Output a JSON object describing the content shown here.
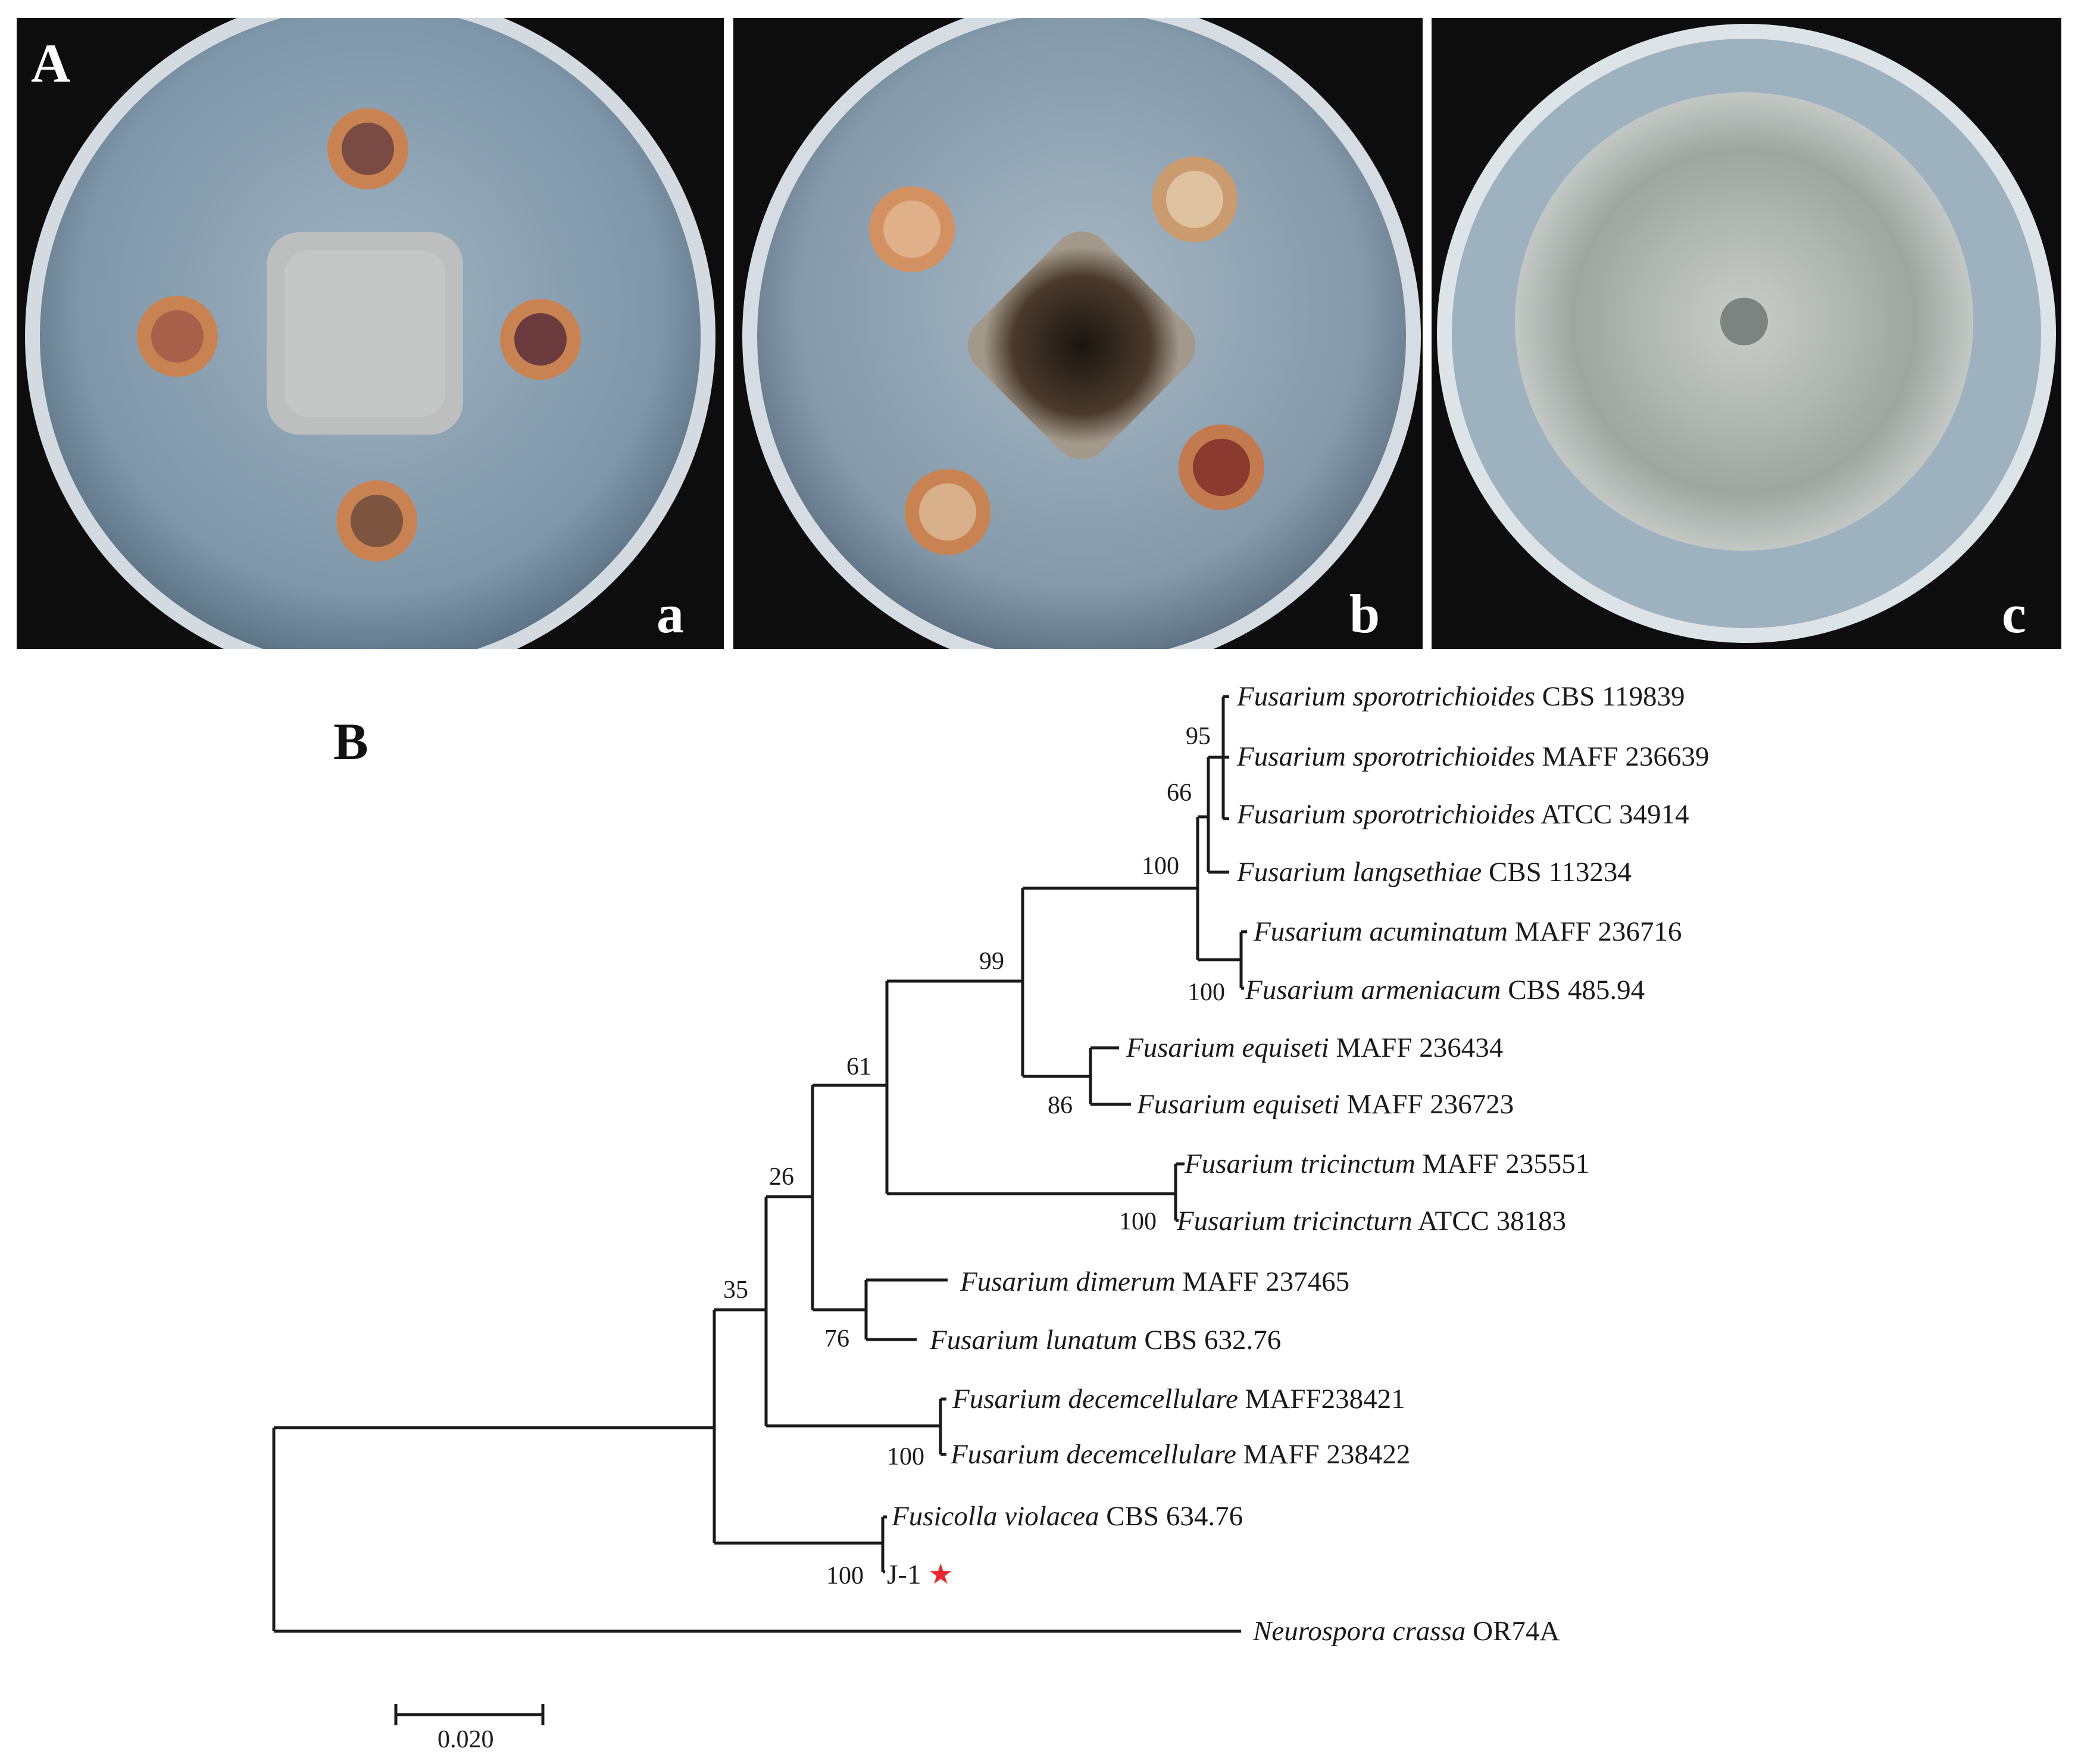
{
  "figure": {
    "panel_A_label": "A",
    "panel_B_label": "B",
    "photos": [
      {
        "label": "a",
        "description_free": true
      },
      {
        "label": "b",
        "description_free": true
      },
      {
        "label": "c",
        "description_free": true
      }
    ],
    "colors": {
      "plate_background": "#0d0d0d",
      "agar": "#8ea4b4",
      "mycelium_gray": "#b9bcbc",
      "mycelium_dark": "#2f2620",
      "pathogen_plug": "#c98352",
      "star": "#e8272e"
    }
  },
  "tree": {
    "taxa": [
      {
        "genus_species": "Fusarium sporotrichioides",
        "strain": "CBS 119839"
      },
      {
        "genus_species": "Fusarium sporotrichioides",
        "strain": "MAFF 236639"
      },
      {
        "genus_species": "Fusarium sporotrichioides",
        "strain": "ATCC 34914"
      },
      {
        "genus_species": "Fusarium langsethiae",
        "strain": "CBS 113234"
      },
      {
        "genus_species": "Fusarium acuminatum",
        "strain": "MAFF 236716"
      },
      {
        "genus_species": "Fusarium armeniacum",
        "strain": "CBS 485.94"
      },
      {
        "genus_species": "Fusarium equiseti",
        "strain": "MAFF 236434"
      },
      {
        "genus_species": "Fusarium equiseti",
        "strain": "MAFF  236723"
      },
      {
        "genus_species": "Fusarium tricinctum",
        "strain": "MAFF 235551"
      },
      {
        "genus_species": "Fusarium tricincturn",
        "strain": "ATCC 38183"
      },
      {
        "genus_species": "Fusarium dimerum",
        "strain": "MAFF 237465"
      },
      {
        "genus_species": "Fusarium lunatum",
        "strain": "CBS 632.76"
      },
      {
        "genus_species": "Fusarium decemcellulare",
        "strain": "MAFF238421"
      },
      {
        "genus_species": "Fusarium decemcellulare",
        "strain": "MAFF 238422"
      },
      {
        "genus_species": "Fusicolla violacea",
        "strain": "CBS 634.76"
      },
      {
        "genus_species": "",
        "strain": "J-1"
      },
      {
        "genus_species": "Neurospora crassa",
        "strain": "OR74A"
      }
    ],
    "supports": [
      "95",
      "66",
      "100",
      "99",
      "100",
      "61",
      "86",
      "26",
      "100",
      "35",
      "76",
      "100",
      "100"
    ],
    "query_marker": "★",
    "scale_bar_label": "0.020"
  }
}
